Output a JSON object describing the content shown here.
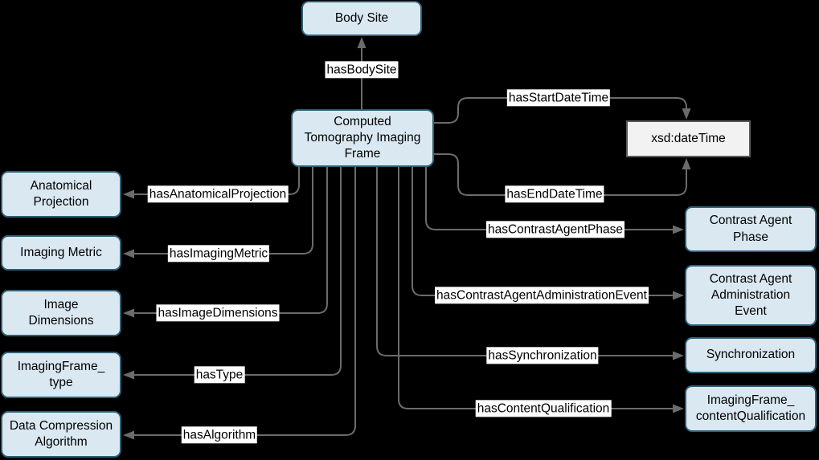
{
  "colors": {
    "canvas_bg": "#000000",
    "class_node_fill": "#dae8f2",
    "class_node_stroke": "#2e6077",
    "datatype_fill": "#f2f2f2",
    "datatype_stroke": "#595959",
    "edge": "#6b6b6b",
    "label_bg": "#ffffff",
    "text": "#000000"
  },
  "nodes": {
    "body_site": {
      "label": "Body Site"
    },
    "ct_frame": {
      "label": "Computed\nTomography Imaging\nFrame"
    },
    "xsd_datetime": {
      "label": "xsd:dateTime"
    },
    "anatomical_projection": {
      "label": "Anatomical\nProjection"
    },
    "imaging_metric": {
      "label": "Imaging Metric"
    },
    "image_dimensions": {
      "label": "Image\nDimensions"
    },
    "imagingframe_type": {
      "label": "ImagingFrame_\ntype"
    },
    "data_compression_algorithm": {
      "label": "Data Compression\nAlgorithm"
    },
    "contrast_agent_phase": {
      "label": "Contrast Agent\nPhase"
    },
    "contrast_agent_administration_event": {
      "label": "Contrast Agent\nAdministration\nEvent"
    },
    "synchronization": {
      "label": "Synchronization"
    },
    "imagingframe_contentqualification": {
      "label": "ImagingFrame_\ncontentQualification"
    }
  },
  "edges": {
    "has_body_site": {
      "label": "hasBodySite",
      "source": "Computed Tomography Imaging Frame",
      "target": "Body Site"
    },
    "has_start_datetime": {
      "label": "hasStartDateTime",
      "source": "Computed Tomography Imaging Frame",
      "target": "xsd:dateTime"
    },
    "has_end_datetime": {
      "label": "hasEndDateTime",
      "source": "Computed Tomography Imaging Frame",
      "target": "xsd:dateTime"
    },
    "has_anatomical_projection": {
      "label": "hasAnatomicalProjection",
      "source": "Computed Tomography Imaging Frame",
      "target": "Anatomical Projection"
    },
    "has_imaging_metric": {
      "label": "hasImagingMetric",
      "source": "Computed Tomography Imaging Frame",
      "target": "Imaging Metric"
    },
    "has_image_dimensions": {
      "label": "hasImageDimensions",
      "source": "Computed Tomography Imaging Frame",
      "target": "Image Dimensions"
    },
    "has_type": {
      "label": "hasType",
      "source": "Computed Tomography Imaging Frame",
      "target": "ImagingFrame_type"
    },
    "has_algorithm": {
      "label": "hasAlgorithm",
      "source": "Computed Tomography Imaging Frame",
      "target": "Data Compression Algorithm"
    },
    "has_contrast_agent_phase": {
      "label": "hasContrastAgentPhase",
      "source": "Computed Tomography Imaging Frame",
      "target": "Contrast Agent Phase"
    },
    "has_contrast_agent_administration_event": {
      "label": "hasContrastAgentAdministrationEvent",
      "source": "Computed Tomography Imaging Frame",
      "target": "Contrast Agent Administration Event"
    },
    "has_synchronization": {
      "label": "hasSynchronization",
      "source": "Computed Tomography Imaging Frame",
      "target": "Synchronization"
    },
    "has_content_qualification": {
      "label": "hasContentQualification",
      "source": "Computed Tomography Imaging Frame",
      "target": "ImagingFrame_contentQualification"
    }
  }
}
